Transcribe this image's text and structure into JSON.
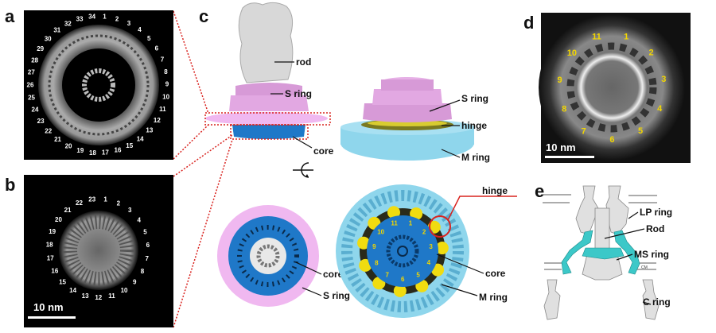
{
  "panels": {
    "a": {
      "label": "a",
      "subunit_numbers": [
        "1",
        "2",
        "3",
        "4",
        "5",
        "6",
        "7",
        "8",
        "9",
        "10",
        "11",
        "12",
        "13",
        "14",
        "15",
        "16",
        "17",
        "18",
        "19",
        "20",
        "21",
        "22",
        "23",
        "24",
        "25",
        "26",
        "27",
        "28",
        "29",
        "30",
        "31",
        "32",
        "33",
        "34"
      ]
    },
    "b": {
      "label": "b",
      "subunit_numbers": [
        "1",
        "2",
        "3",
        "4",
        "5",
        "6",
        "7",
        "8",
        "9",
        "10",
        "11",
        "12",
        "13",
        "14",
        "15",
        "16",
        "17",
        "18",
        "19",
        "20",
        "21",
        "22",
        "23"
      ],
      "scale_bar": "10 nm"
    },
    "c": {
      "label": "c",
      "side_view_labels": {
        "rod": "rod",
        "s_ring": "S ring",
        "core": "core"
      },
      "tilted_view_labels": {
        "s_ring": "S ring",
        "hinge": "hinge",
        "m_ring": "M ring"
      },
      "bottom_left_labels": {
        "core": "core",
        "s_ring": "S ring"
      },
      "bottom_right_labels": {
        "hinge": "hinge",
        "core": "core",
        "m_ring": "M ring"
      },
      "core_numbers": [
        "1",
        "2",
        "3",
        "4",
        "5",
        "6",
        "7",
        "8",
        "9",
        "10",
        "11"
      ],
      "rotate_icon": "rotate-arrow-icon"
    },
    "d": {
      "label": "d",
      "subunit_numbers": [
        "1",
        "2",
        "3",
        "4",
        "5",
        "6",
        "7",
        "8",
        "9",
        "10",
        "11"
      ],
      "scale_bar": "10 nm"
    },
    "e": {
      "label": "e",
      "labels": {
        "lp_ring": "LP ring",
        "rod": "Rod",
        "ms_ring": "MS ring",
        "cm": "CM",
        "c_ring": "C ring"
      }
    }
  },
  "colors": {
    "s_ring": "#e6a6e6",
    "core": "#1f78c8",
    "m_ring": "#8fd6ec",
    "hinge": "#f0dc10",
    "highlight": "#d9231f",
    "ms_ring_highlight": "#3cc8c8"
  }
}
